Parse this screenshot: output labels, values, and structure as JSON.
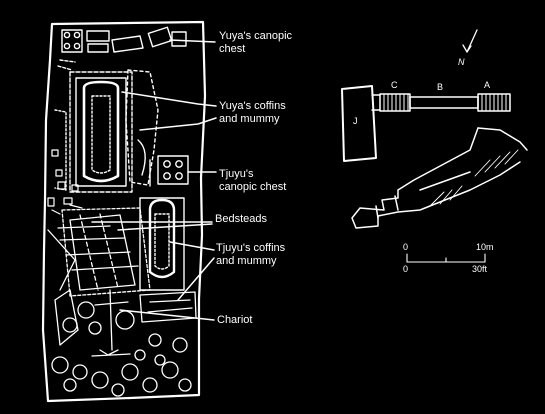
{
  "labels": {
    "yuya_canopic_line1": "Yuya's canopic",
    "yuya_canopic_line2": "chest",
    "yuya_coffins_line1": "Yuya's coffins",
    "yuya_coffins_line2": "and mummy",
    "tjuyu_canopic_line1": "Tjuyu's",
    "tjuyu_canopic_line2": "canopic chest",
    "bedsteads": "Bedsteads",
    "tjuyu_coffins_line1": "Tjuyu's coffins",
    "tjuyu_coffins_line2": "and mummy",
    "chariot": "Chariot"
  },
  "plan": {
    "north": "N",
    "corridor_a": "A",
    "corridor_b": "B",
    "corridor_c": "C",
    "chamber_j": "J"
  },
  "scale": {
    "zero_top": "0",
    "metric": "10m",
    "zero_bottom": "0",
    "imperial": "30ft"
  },
  "colors": {
    "background": "#000000",
    "ink": "#ffffff"
  }
}
